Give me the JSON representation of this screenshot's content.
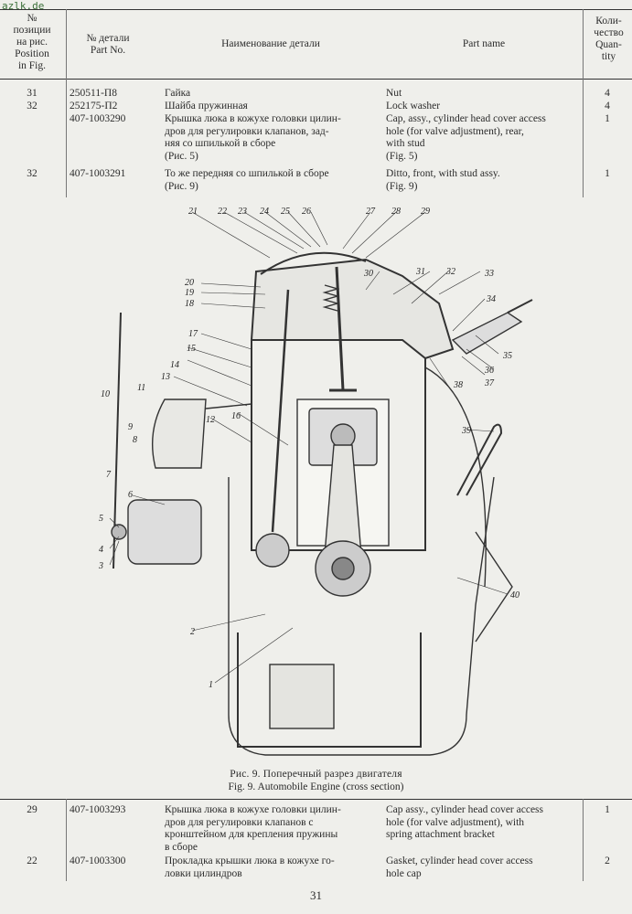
{
  "watermark": "azlk.de",
  "header": {
    "position": "№\nпозиции\nна рис.\nPosition\nin Fig.",
    "part_no": "№ детали\nPart No.",
    "name_ru": "Наименование детали",
    "name_en": "Part name",
    "quantity": "Коли-\nчество\nQuan-\ntity"
  },
  "rows_top": [
    {
      "pos": "31",
      "no": "250511-П8",
      "ru": "Гайка",
      "en": "Nut",
      "qty": "4"
    },
    {
      "pos": "32",
      "no": "252175-П2",
      "ru": "Шайба пружинная",
      "en": "Lock washer",
      "qty": "4"
    },
    {
      "pos": "",
      "no": "407-1003290",
      "ru": "Крышка люка в кожухе головки цилин-\nдров для регулировки клапанов, зад-\nняя со шпилькой в сборе\n(Рис. 5)",
      "en": "Cap, assy., cylinder head cover access\nhole (for valve adjustment), rear,\nwith stud\n(Fig. 5)",
      "qty": "1"
    },
    {
      "pos": "32",
      "no": "407-1003291",
      "ru": "То же передняя со шпилькой в сборе\n(Рис. 9)",
      "en": "Ditto, front, with stud assy.\n(Fig. 9)",
      "qty": "1"
    }
  ],
  "figure": {
    "callouts": [
      "1",
      "2",
      "3",
      "4",
      "5",
      "6",
      "7",
      "8",
      "9",
      "10",
      "11",
      "12",
      "13",
      "14",
      "15",
      "16",
      "17",
      "18",
      "19",
      "20",
      "21",
      "22",
      "23",
      "24",
      "25",
      "26",
      "27",
      "28",
      "29",
      "30",
      "31",
      "32",
      "33",
      "34",
      "35",
      "36",
      "37",
      "38",
      "39",
      "40"
    ],
    "caption_ru": "Рис. 9. Поперечный разрез двигателя",
    "caption_en": "Fig. 9. Automobile Engine (cross section)"
  },
  "rows_bottom": [
    {
      "pos": "29",
      "no": "407-1003293",
      "ru": "Крышка люка в кожухе головки цилин-\nдров для регулировки клапанов с\nкронштейном для крепления пружины\nв сборе",
      "en": "Cap assy., cylinder head cover access\nhole (for valve adjustment), with\nspring attachment bracket",
      "qty": "1"
    },
    {
      "pos": "22",
      "no": "407-1003300",
      "ru": "Прокладка крышки люка в кожухе го-\nловки цилиндров",
      "en": "Gasket, cylinder head cover access\nhole cap",
      "qty": "2"
    }
  ],
  "page_number": "31"
}
